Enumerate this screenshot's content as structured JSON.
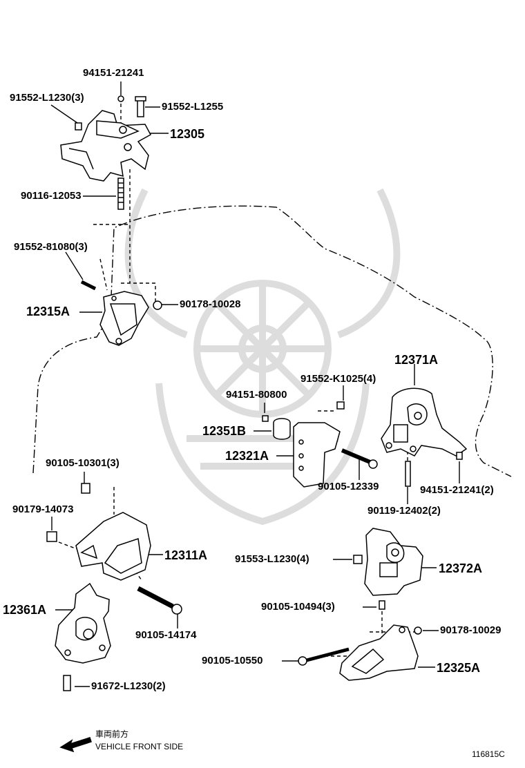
{
  "parts": {
    "p1": "94151-21241",
    "p2": "91552-L1230(3)",
    "p3": "91552-L1255",
    "p4": "12305",
    "p5": "90116-12053",
    "p6": "91552-81080(3)",
    "p7": "12315A",
    "p8": "90178-10028",
    "p9": "12371A",
    "p10": "91552-K1025(4)",
    "p11": "94151-80800",
    "p12": "12351B",
    "p13": "12321A",
    "p14": "90105-12339",
    "p15": "94151-21241(2)",
    "p16": "90119-12402(2)",
    "p17": "90105-10301(3)",
    "p18": "90179-14073",
    "p19": "12311A",
    "p20": "91553-L1230(4)",
    "p21": "12372A",
    "p22": "12361A",
    "p23": "90105-14174",
    "p24": "90105-10494(3)",
    "p25": "90178-10029",
    "p26": "90105-10550",
    "p27": "12325A",
    "p28": "91672-L1230(2)"
  },
  "direction": {
    "jp": "車両前方",
    "en": "VEHICLE FRONT SIDE"
  },
  "figure_code": "116815C"
}
